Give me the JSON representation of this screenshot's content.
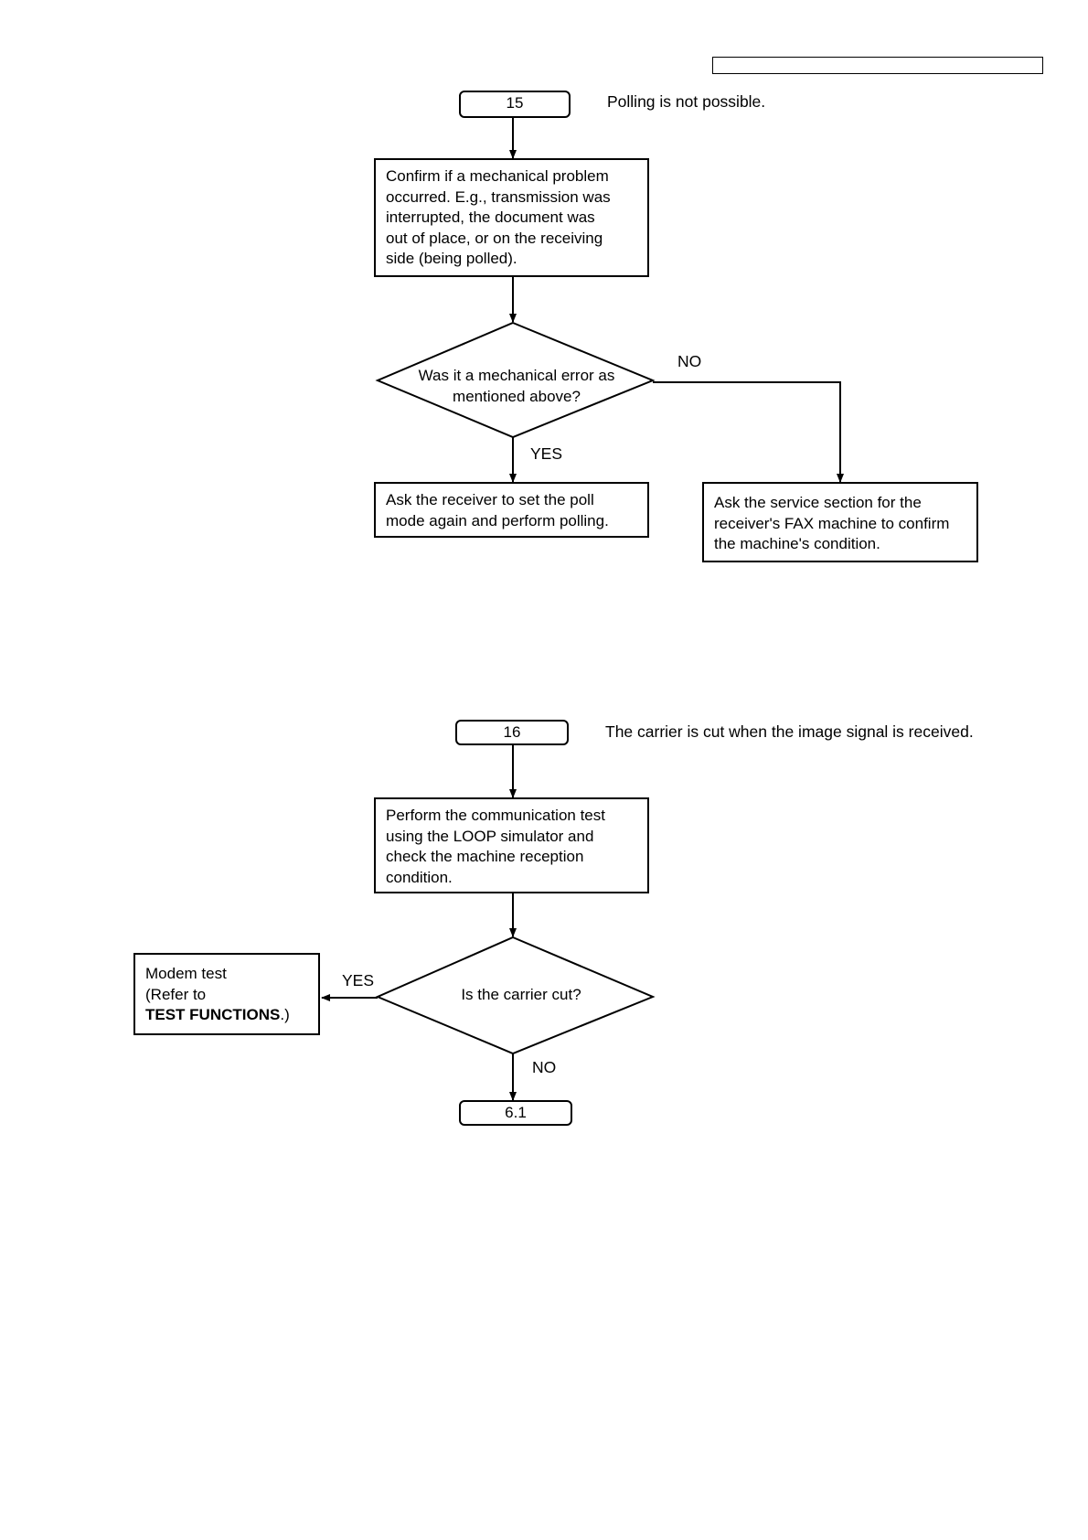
{
  "flow15": {
    "start": "15",
    "note": "Polling is not possible.",
    "step1": [
      "Confirm if a mechanical problem",
      "occurred. E.g., transmission was",
      "interrupted, the document was",
      "out of place, or on the receiving",
      "side (being polled)."
    ],
    "decision": [
      "Was it a mechanical error as",
      "mentioned above?"
    ],
    "no_label": "NO",
    "yes_label": "YES",
    "yes_action": [
      "Ask the receiver to set the poll",
      "mode again and perform polling."
    ],
    "no_action": [
      "Ask the service section for the",
      "receiver's FAX machine to confirm",
      "the machine's condition."
    ]
  },
  "flow16": {
    "start": "16",
    "note": "The carrier is cut when the image signal is received.",
    "step1": [
      "Perform the communication test",
      "using the LOOP simulator and",
      "check the machine reception",
      "condition."
    ],
    "decision": "Is the carrier cut?",
    "yes_label": "YES",
    "no_label": "NO",
    "yes_action": [
      "Modem test",
      "(Refer to"
    ],
    "yes_action_bold": "TEST FUNCTIONS",
    "yes_action_tail": ".)",
    "end": "6.1"
  }
}
